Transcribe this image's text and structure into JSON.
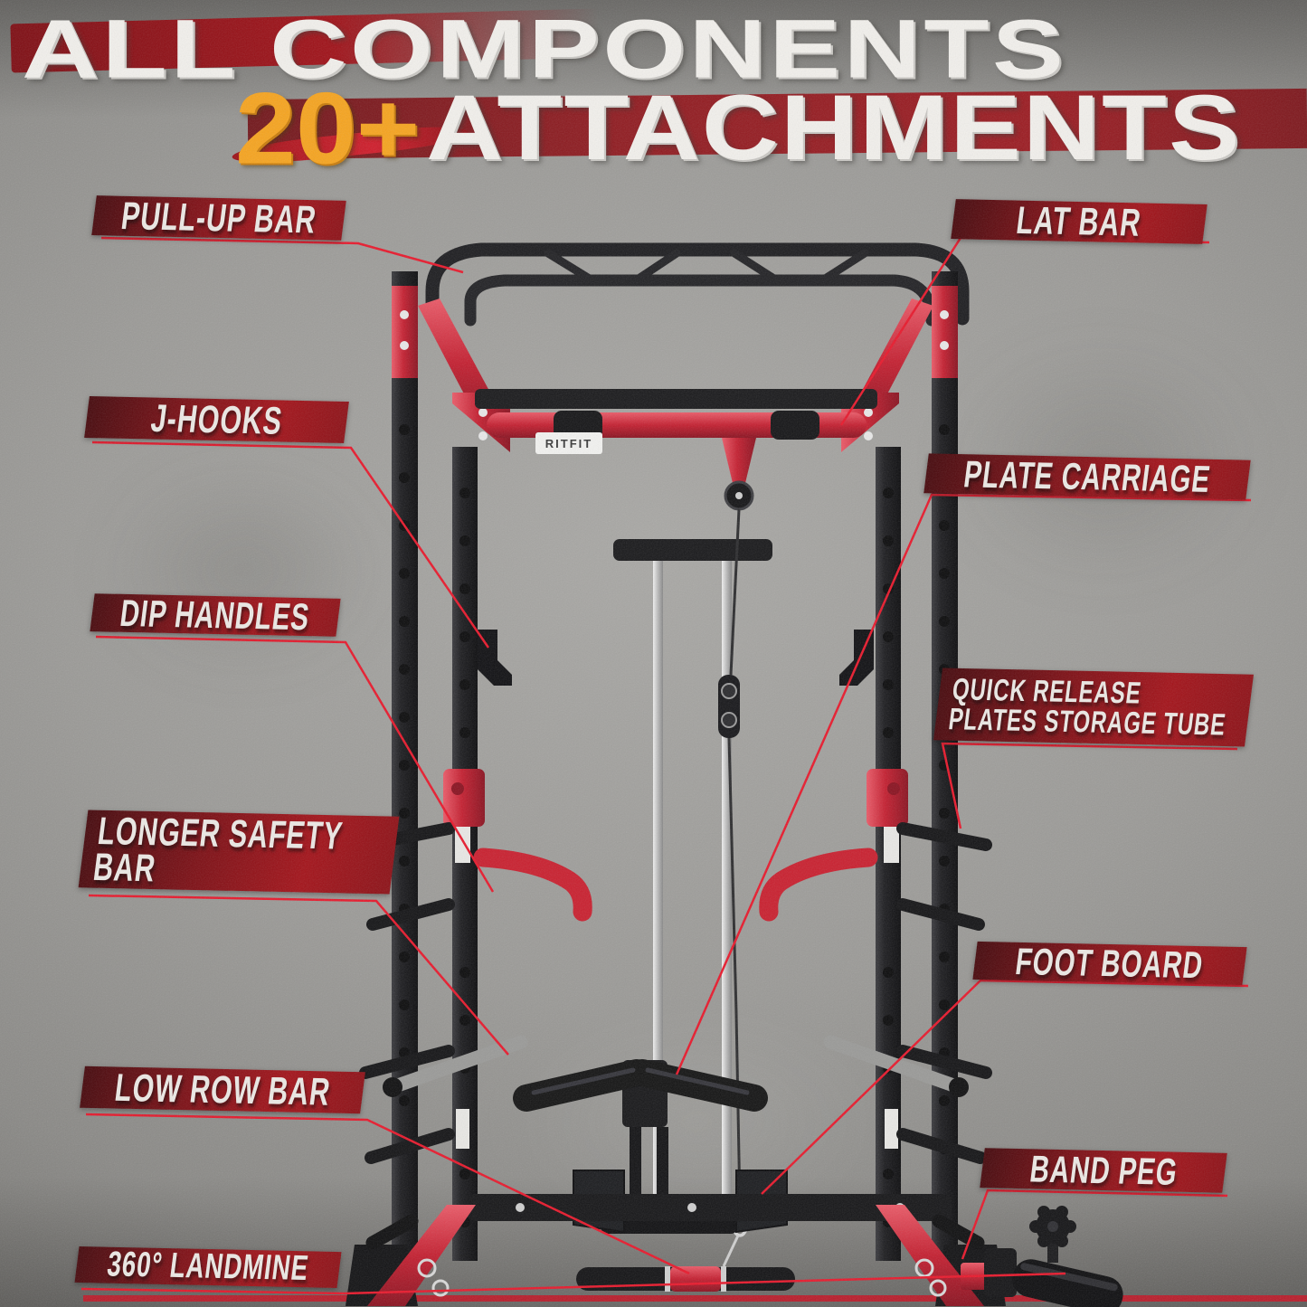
{
  "title": {
    "line1": "ALL COMPONENTS",
    "line2_highlight": "20+",
    "line2_rest": "ATTACHMENTS"
  },
  "brand": "RITFIT",
  "labels": [
    {
      "id": "pull-up-bar",
      "lines": [
        "PULL-UP BAR"
      ]
    },
    {
      "id": "lat-bar",
      "lines": [
        "LAT BAR"
      ]
    },
    {
      "id": "j-hooks",
      "lines": [
        "J-HOOKS"
      ]
    },
    {
      "id": "plate-carriage",
      "lines": [
        "PLATE CARRIAGE"
      ]
    },
    {
      "id": "dip-handles",
      "lines": [
        "DIP HANDLES"
      ]
    },
    {
      "id": "quick-release-tube",
      "lines": [
        "QUICK RELEASE",
        "PLATES STORAGE TUBE"
      ]
    },
    {
      "id": "longer-safety-bar",
      "lines": [
        "LONGER SAFETY",
        "BAR"
      ]
    },
    {
      "id": "foot-board",
      "lines": [
        "FOOT BOARD"
      ]
    },
    {
      "id": "low-row-bar",
      "lines": [
        "LOW ROW BAR"
      ]
    },
    {
      "id": "band-peg",
      "lines": [
        "BAND PEG"
      ]
    },
    {
      "id": "landmine-360",
      "lines": [
        "360° LANDMINE"
      ]
    }
  ],
  "colors": {
    "accent_red": "#c9202f",
    "label_bg_dark": "#45080c",
    "label_bg_bright": "#a31219",
    "leader_line": "#e8192c",
    "highlight_gold": "#f6a41f",
    "title_text": "#f2f0ec",
    "steel_black": "#1d1d20",
    "chrome": "#d8d8d8",
    "background_gray": "#9b9a97"
  }
}
